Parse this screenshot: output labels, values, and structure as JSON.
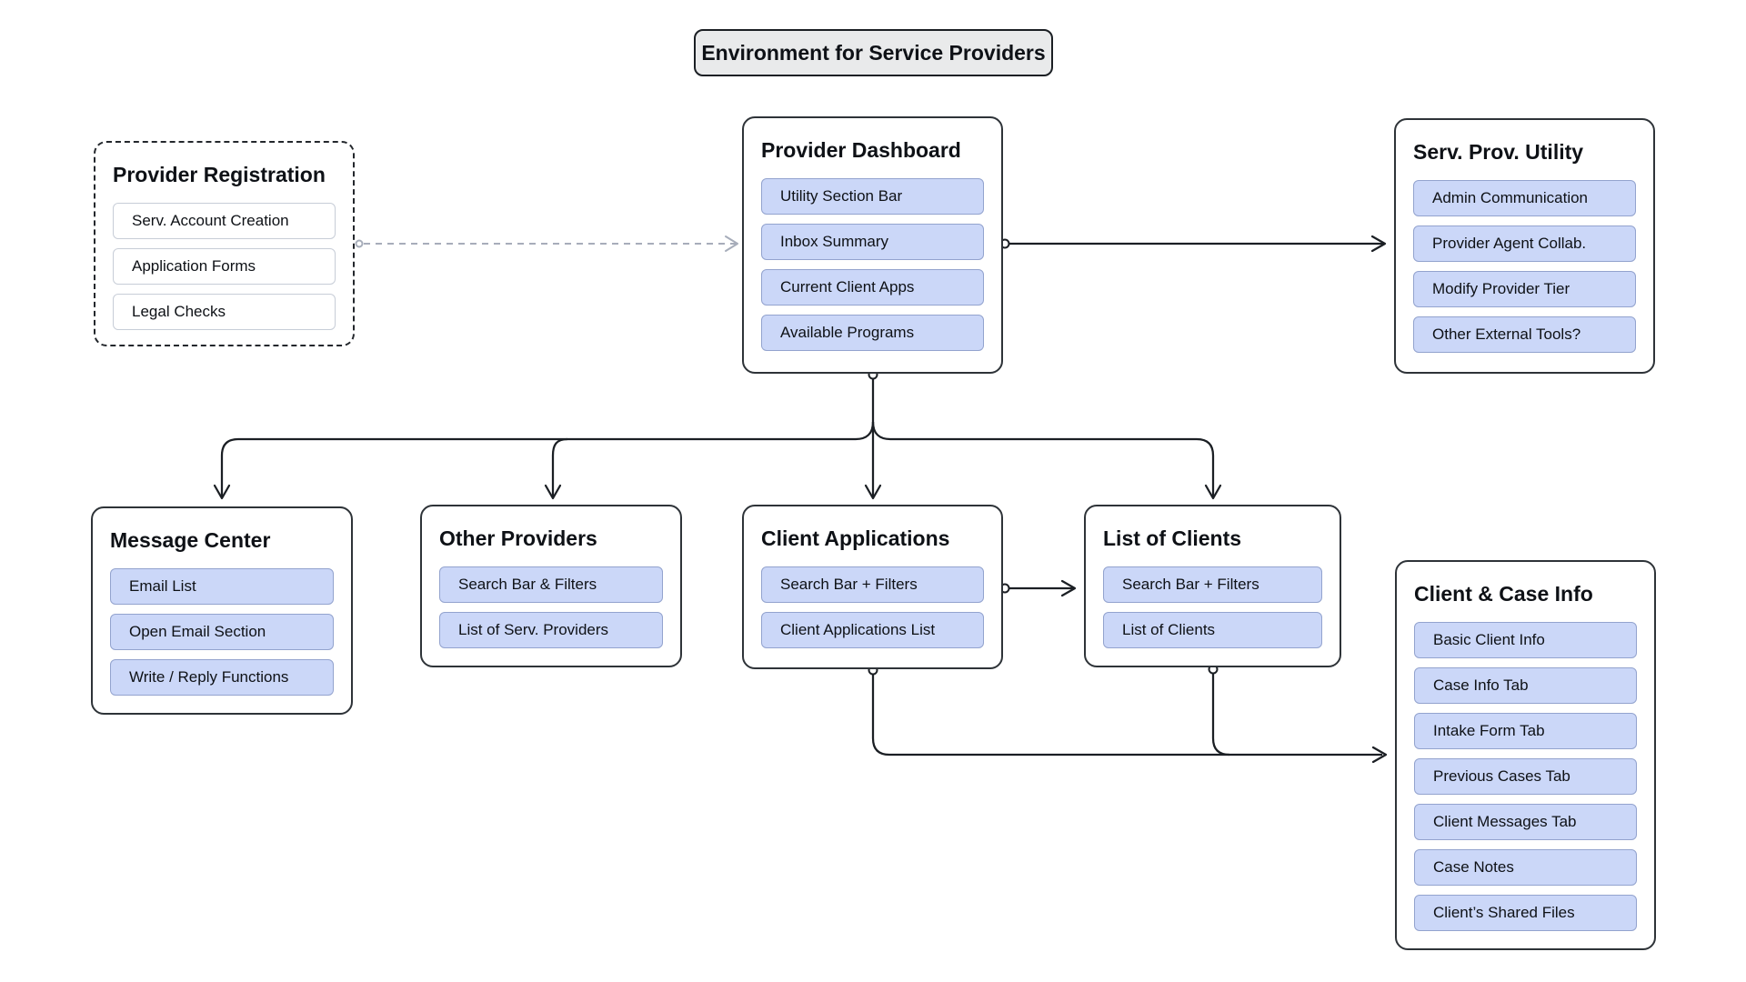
{
  "title_node": {
    "label": "Environment for Service Providers"
  },
  "colors": {
    "item_blue_fill": "#CBD7F8",
    "item_blue_border": "#93A3CE",
    "item_white_border": "#C7CDD7",
    "group_border": "#2E3338",
    "connector": "#1B1F24",
    "connector_dashed": "#A7ADBA",
    "title_fill": "#E9EAEB"
  },
  "groups": [
    {
      "id": "provider-registration",
      "title": "Provider Registration",
      "border_style": "dashed",
      "items": [
        "Serv. Account Creation",
        "Application Forms",
        "Legal Checks"
      ]
    },
    {
      "id": "provider-dashboard",
      "title": "Provider Dashboard",
      "border_style": "solid",
      "items": [
        "Utility Section Bar",
        "Inbox Summary",
        "Current Client Apps",
        "Available Programs"
      ]
    },
    {
      "id": "serv-prov-utility",
      "title": "Serv. Prov. Utility",
      "border_style": "solid",
      "items": [
        "Admin Communication",
        "Provider Agent Collab.",
        "Modify Provider Tier",
        "Other External Tools?"
      ]
    },
    {
      "id": "message-center",
      "title": "Message Center",
      "border_style": "solid",
      "items": [
        "Email List",
        "Open Email Section",
        "Write / Reply Functions"
      ]
    },
    {
      "id": "other-providers",
      "title": "Other Providers",
      "border_style": "solid",
      "items": [
        "Search Bar & Filters",
        "List of Serv. Providers"
      ]
    },
    {
      "id": "client-applications",
      "title": "Client Applications",
      "border_style": "solid",
      "items": [
        "Search Bar + Filters",
        "Client Applications List"
      ]
    },
    {
      "id": "list-of-clients",
      "title": "List of Clients",
      "border_style": "solid",
      "items": [
        "Search Bar + Filters",
        "List of Clients"
      ]
    },
    {
      "id": "client-case-info",
      "title": "Client & Case Info",
      "border_style": "solid",
      "items": [
        "Basic Client Info",
        "Case Info Tab",
        "Intake Form Tab",
        "Previous Cases Tab",
        "Client Messages Tab",
        "Case Notes",
        "Client’s Shared Files"
      ]
    }
  ],
  "edges": [
    {
      "from": "provider-registration",
      "to": "provider-dashboard",
      "style": "dashed"
    },
    {
      "from": "provider-dashboard",
      "to": "serv-prov-utility",
      "style": "solid"
    },
    {
      "from": "provider-dashboard",
      "to": "message-center",
      "style": "solid"
    },
    {
      "from": "provider-dashboard",
      "to": "other-providers",
      "style": "solid"
    },
    {
      "from": "provider-dashboard",
      "to": "client-applications",
      "style": "solid"
    },
    {
      "from": "provider-dashboard",
      "to": "list-of-clients",
      "style": "solid"
    },
    {
      "from": "client-applications",
      "to": "list-of-clients",
      "style": "solid"
    },
    {
      "from": "client-applications",
      "to": "client-case-info",
      "style": "solid"
    },
    {
      "from": "list-of-clients",
      "to": "client-case-info",
      "style": "solid"
    }
  ]
}
